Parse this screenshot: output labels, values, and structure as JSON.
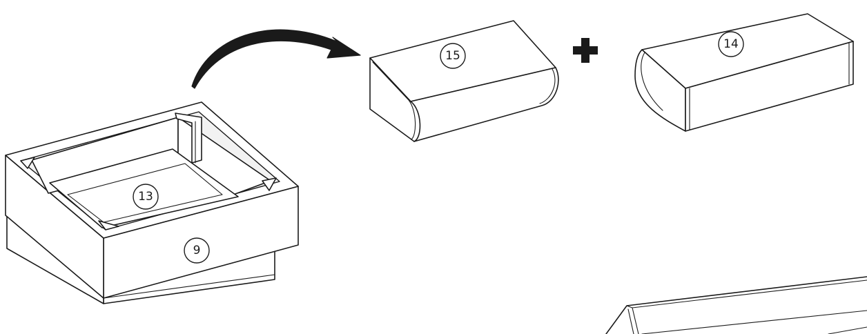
{
  "callouts": {
    "tray": "13",
    "box": "9",
    "block_left": "15",
    "block_right": "14"
  },
  "icons": {
    "arrow": "curved-arrow-icon",
    "plus": "plus-icon"
  },
  "colors": {
    "line": "#1a1a1a",
    "background": "#ffffff"
  }
}
